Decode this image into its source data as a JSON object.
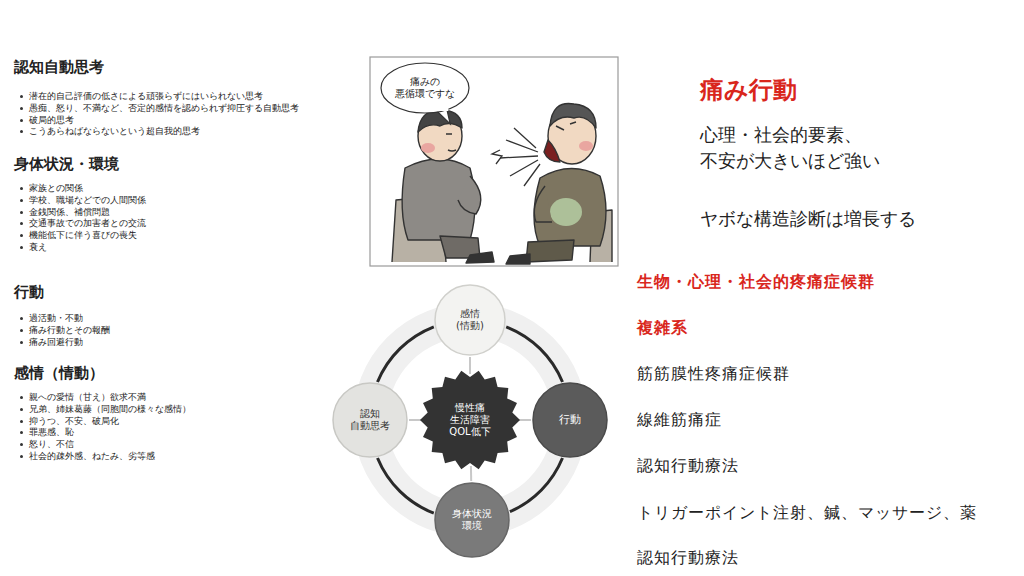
{
  "diagram": {
    "nodes": [
      {
        "text": [
          "痛みの 悪循環ですな"
        ]
      },
      {
        "text": [
          "感情 (情動)"
        ]
      },
      {
        "text": [
          "認知 自動思考"
        ]
      },
      {
        "text": [
          "慢性痛 生活障害 QOL低下"
        ]
      },
      {
        "text": [
          "行動"
        ]
      },
      {
        "text": [
          "身体状況 環境"
        ]
      }
    ],
    "edges": [
      {
        "from": 3,
        "to": 1,
        "arrow": "none"
      },
      {
        "from": 3,
        "to": 2,
        "arrow": "none"
      },
      {
        "from": 3,
        "to": 4,
        "arrow": "none"
      },
      {
        "from": 3,
        "to": 5,
        "arrow": "none"
      },
      {
        "from": 1,
        "to": 4,
        "arrow": "none"
      },
      {
        "from": 4,
        "to": 5,
        "arrow": "none"
      },
      {
        "from": 5,
        "to": 2,
        "arrow": "none"
      },
      {
        "from": 2,
        "to": 1,
        "arrow": "none"
      }
    ],
    "labels": [
      "認知自動思考",
      "潜在的自己評価の低さによる頑張らずにはいられない思考",
      "愚痴、怒り、不満など、否定的感情を認められず抑圧する自動思考",
      "破局的思考",
      "こうあらねばならないという超自我的思考",
      "身体状況・環境",
      "家族との関係",
      "学校、職場などでの人間関係",
      "金銭関係、補償問題",
      "交通事故での加害者との交流",
      "機能低下に伴う喜びの喪失",
      "衰え",
      "行動",
      "過活動・不動",
      "痛み行動とその報酬",
      "痛み回避行動",
      "感情（情動）",
      "親への愛情（甘え）欲求不満",
      "兄弟、姉妹葛藤（同胞間の様々な感情）",
      "抑うつ、不安、破局化",
      "罪悪感、恥",
      "怒り、不信",
      "社会的疎外感、ねたみ、劣等感",
      "痛み行動",
      "心理・社会的要素、 不安が大きいほど強い",
      "ヤボな構造診断は増長する",
      "生物・心理・社会的疼痛症候群",
      "複雑系",
      "筋筋膜性疼痛症候群",
      "線維筋痛症",
      "認知行動療法",
      "トリガーポイント注射、鍼、マッサージ、薬",
      "認知行動療法"
    ]
  }
}
